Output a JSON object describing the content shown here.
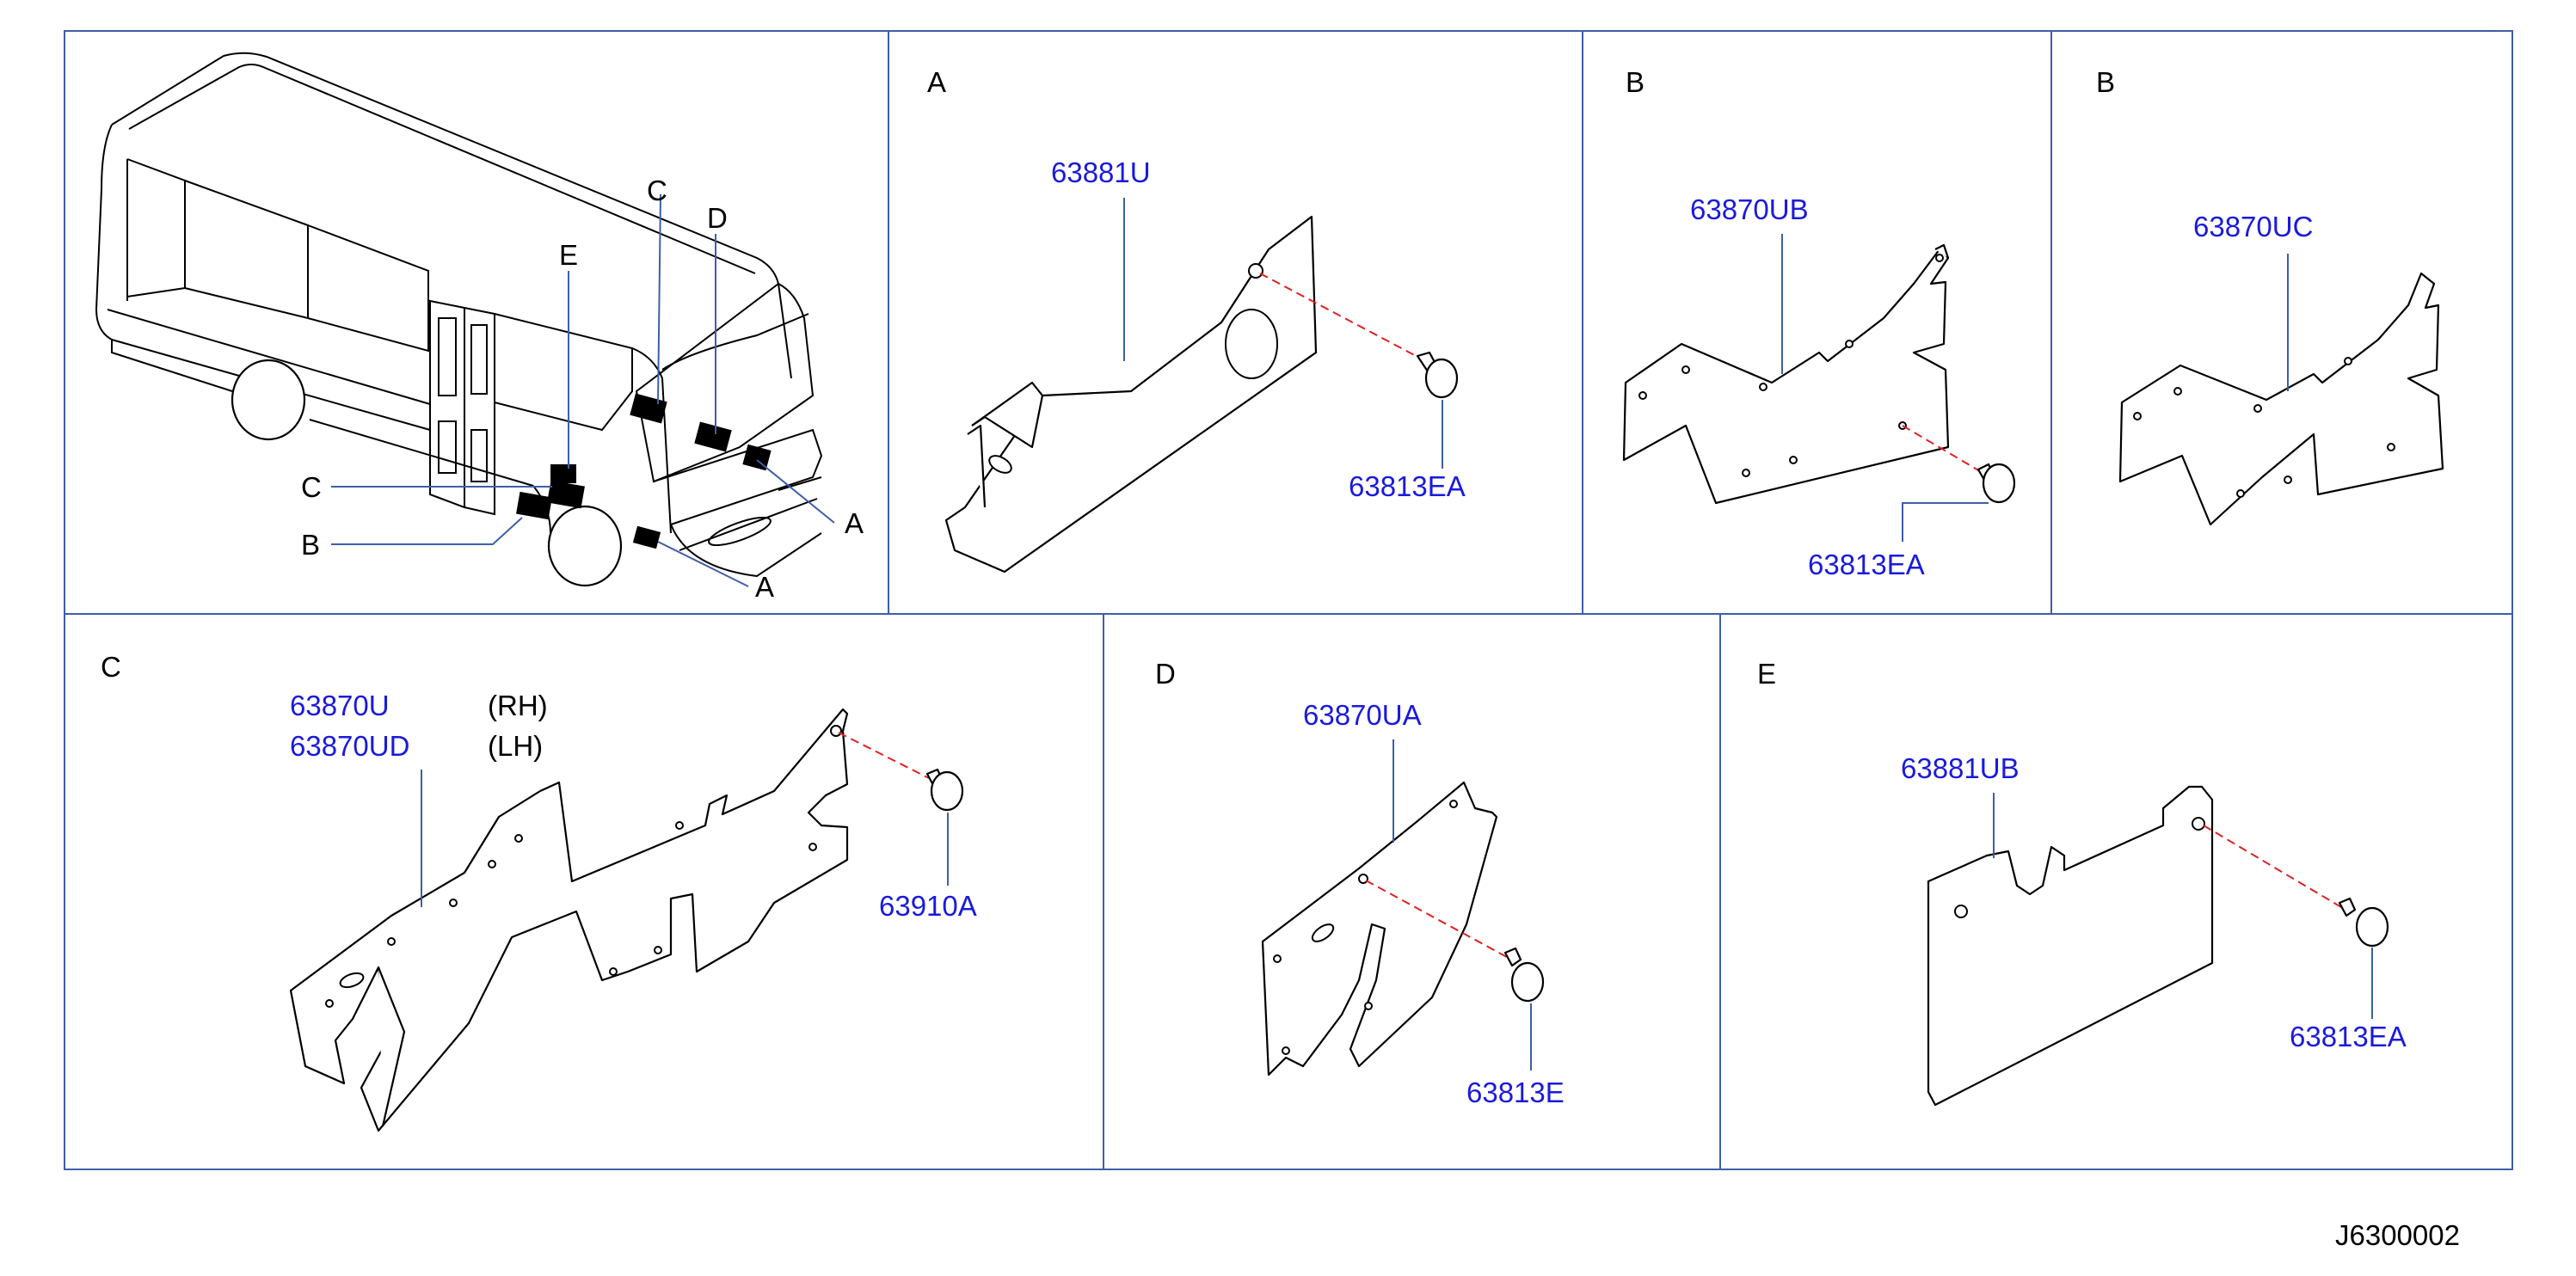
{
  "panels": {
    "overview": {
      "callouts": [
        "C",
        "D",
        "E",
        "C",
        "B",
        "A",
        "A"
      ]
    },
    "a": {
      "title": "A",
      "parts": [
        "63881U",
        "63813EA"
      ]
    },
    "b1": {
      "title": "B",
      "parts": [
        "63870UB",
        "63813EA"
      ]
    },
    "b2": {
      "title": "B",
      "parts": [
        "63870UC"
      ]
    },
    "c": {
      "title": "C",
      "parts": [
        "63870U",
        "63870UD",
        "63910A"
      ],
      "sides": [
        "(RH)",
        "(LH)"
      ]
    },
    "d": {
      "title": "D",
      "parts": [
        "63870UA",
        "63813E"
      ]
    },
    "e": {
      "title": "E",
      "parts": [
        "63881UB",
        "63813EA"
      ]
    }
  },
  "diagram_code": "J6300002"
}
